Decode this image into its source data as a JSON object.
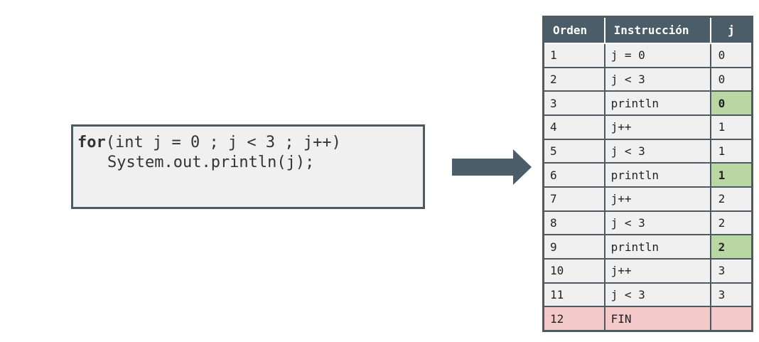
{
  "code": {
    "keyword": "for",
    "line1_rest": "(int j = 0 ; j < 3 ; j++)",
    "line2": "System.out.println(j);"
  },
  "table": {
    "headers": [
      "Orden",
      "Instrucción",
      "j"
    ],
    "rows": [
      {
        "orden": "1",
        "instruccion": "j = 0",
        "j": "0",
        "highlight": false
      },
      {
        "orden": "2",
        "instruccion": "j < 3",
        "j": "0",
        "highlight": false
      },
      {
        "orden": "3",
        "instruccion": "println",
        "j": "0",
        "highlight": true
      },
      {
        "orden": "4",
        "instruccion": "j++",
        "j": "1",
        "highlight": false
      },
      {
        "orden": "5",
        "instruccion": "j < 3",
        "j": "1",
        "highlight": false
      },
      {
        "orden": "6",
        "instruccion": "println",
        "j": "1",
        "highlight": true
      },
      {
        "orden": "7",
        "instruccion": "j++",
        "j": "2",
        "highlight": false
      },
      {
        "orden": "8",
        "instruccion": "j < 3",
        "j": "2",
        "highlight": false
      },
      {
        "orden": "9",
        "instruccion": "println",
        "j": "2",
        "highlight": true
      },
      {
        "orden": "10",
        "instruccion": "j++",
        "j": "3",
        "highlight": false
      },
      {
        "orden": "11",
        "instruccion": "j < 3",
        "j": "3",
        "highlight": false
      },
      {
        "orden": "12",
        "instruccion": "FIN",
        "j": "",
        "highlight": false
      }
    ]
  },
  "colors": {
    "border": "#4d5a60",
    "header_bg": "#4a5d68",
    "highlight": "#b8d7a3",
    "end_row": "#f4c9c9",
    "arrow": "#4a5d68"
  }
}
